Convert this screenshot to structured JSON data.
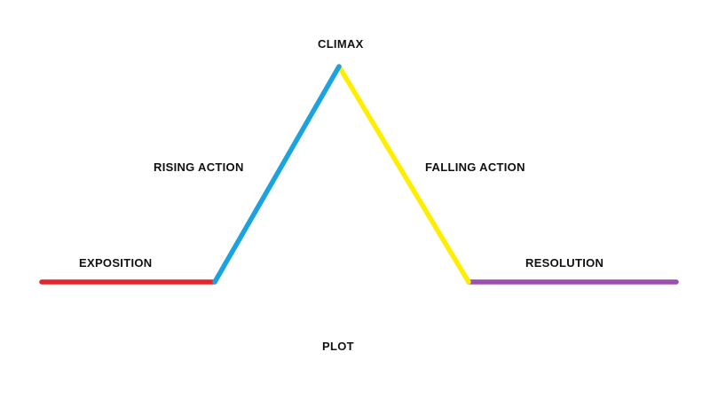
{
  "labels": {
    "climax": "CLIMAX",
    "rising_action": "RISING ACTION",
    "falling_action": "FALLING ACTION",
    "exposition": "EXPOSITION",
    "resolution": "RESOLUTION",
    "plot": "PLOT"
  },
  "colors": {
    "exposition": "#e3262b",
    "rising_action": "#1aa3e0",
    "falling_action": "#ffee00",
    "resolution": "#9b4fb2",
    "text": "#111111",
    "background": "#ffffff"
  }
}
